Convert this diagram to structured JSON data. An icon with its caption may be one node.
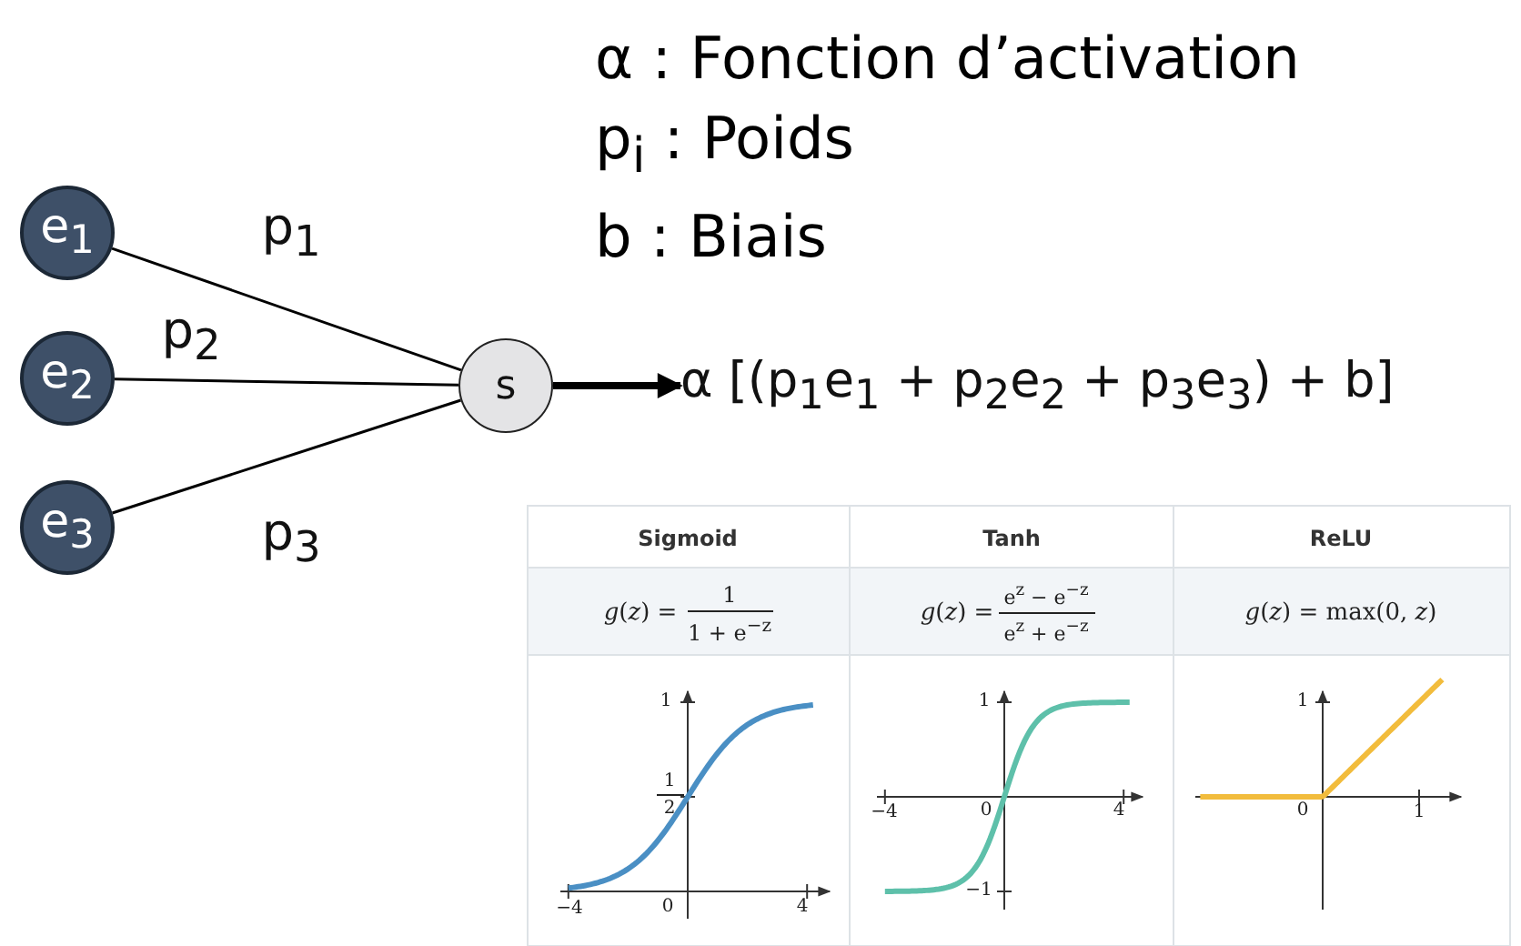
{
  "diagram": {
    "nodes": [
      {
        "text": [
          "e$_{1}$"
        ]
      },
      {
        "text": [
          "e$_{2}$"
        ]
      },
      {
        "text": [
          "e$_{3}$"
        ]
      },
      {
        "text": [
          "s"
        ]
      },
      {
        "text": [
          "α [(p$_{1}$e$_{1}$ + p$_{2}$e$_{2}$ + p$_{3}$e$_{3}$) + b]"
        ]
      }
    ],
    "edges": [
      {
        "from": 0,
        "to": 3,
        "arrow": "none",
        "label": "p$_{1}$"
      },
      {
        "from": 1,
        "to": 3,
        "arrow": "none",
        "label": "p$_{2}$"
      },
      {
        "from": 2,
        "to": 3,
        "arrow": "none",
        "label": "p$_{3}$"
      },
      {
        "from": 3,
        "to": 4,
        "arrow": "to",
        "style": "thick"
      }
    ],
    "labels": [
      "α : Fonction d’activation",
      "p$_{i}$ : Poids",
      "b : Biais",
      "Sigmoid",
      "Tanh",
      "ReLU",
      "*g*(*z*) =",
      "1",
      "1 + e$^{−z}$",
      "*g*(*z*) =",
      "e$^{z}$ − e$^{−z}$",
      "e$^{z}$ + e$^{−z}$",
      "*g*(*z*) = max(0, *z*)",
      "1",
      "1",
      "2",
      "−4",
      "0",
      "4",
      "1",
      "−4",
      "0",
      "4",
      "−1",
      "1",
      "0",
      "1"
    ]
  }
}
